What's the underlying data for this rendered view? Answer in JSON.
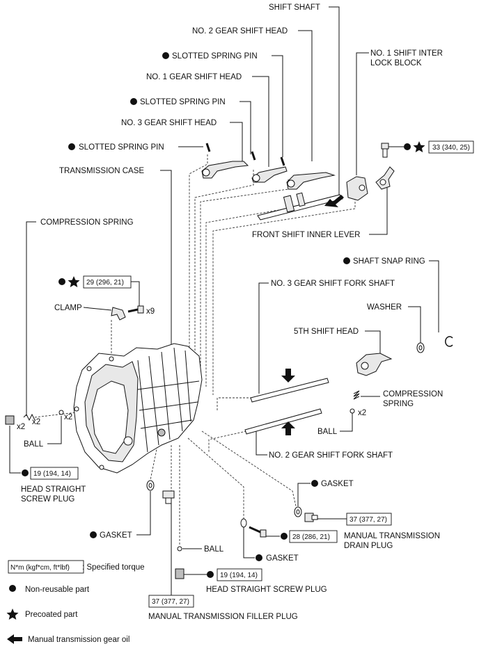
{
  "labels": {
    "shift_shaft": "SHIFT SHAFT",
    "no2_gear_shift_head": "NO. 2 GEAR SHIFT HEAD",
    "slotted_spring_pin_1": "SLOTTED SPRING PIN",
    "no1_gear_shift_head": "NO. 1 GEAR SHIFT HEAD",
    "slotted_spring_pin_2": "SLOTTED SPRING PIN",
    "no3_gear_shift_head": "NO. 3 GEAR SHIFT HEAD",
    "slotted_spring_pin_3": "SLOTTED SPRING PIN",
    "transmission_case": "TRANSMISSION CASE",
    "no1_shift_inter_lock_block_1": "NO. 1 SHIFT INTER",
    "no1_shift_inter_lock_block_2": "LOCK BLOCK",
    "compression_spring_left": "COMPRESSION SPRING",
    "front_shift_inner_lever": "FRONT SHIFT INNER LEVER",
    "shaft_snap_ring": "SHAFT SNAP RING",
    "no3_gear_shift_fork_shaft": "NO. 3 GEAR SHIFT FORK SHAFT",
    "clamp": "CLAMP",
    "washer": "WASHER",
    "fifth_shift_head": "5TH SHIFT HEAD",
    "compression_spring_right_1": "COMPRESSION",
    "compression_spring_right_2": "SPRING",
    "ball_right": "BALL",
    "ball_left": "BALL",
    "no2_gear_shift_fork_shaft": "NO. 2 GEAR SHIFT FORK SHAFT",
    "head_straight_screw_plug_left_1": "HEAD STRAIGHT",
    "head_straight_screw_plug_left_2": "SCREW PLUG",
    "gasket_right_top": "GASKET",
    "gasket_left": "GASKET",
    "manual_transmission_drain_plug_1": "MANUAL TRANSMISSION",
    "manual_transmission_drain_plug_2": "DRAIN PLUG",
    "ball_bottom": "BALL",
    "gasket_bottom": "GASKET",
    "head_straight_screw_plug_bottom": "HEAD STRAIGHT SCREW PLUG",
    "manual_transmission_filler_plug": "MANUAL TRANSMISSION FILLER PLUG"
  },
  "torques": {
    "interlock_bolt": "33 (340, 25)",
    "clamp_bolt": "29 (296, 21)",
    "head_plug_left": "19 (194, 14)",
    "drain_plug": "37 (377, 27)",
    "bolt_28": "28 (286, 21)",
    "head_plug_bottom": "19 (194, 14)",
    "filler_plug": "37 (377, 27)"
  },
  "quantities": {
    "clamp_bolts": "x9",
    "plug_left": "x2",
    "spring_left": "x2",
    "ball_left": "x2",
    "ball_right": "x2"
  },
  "legend": {
    "torque_box": "N*m (kgf*cm, ft*lbf)",
    "torque_text": ": Specified torque",
    "non_reusable": "Non-reusable part",
    "precoated": "Precoated part",
    "gear_oil": "Manual transmission gear oil"
  }
}
